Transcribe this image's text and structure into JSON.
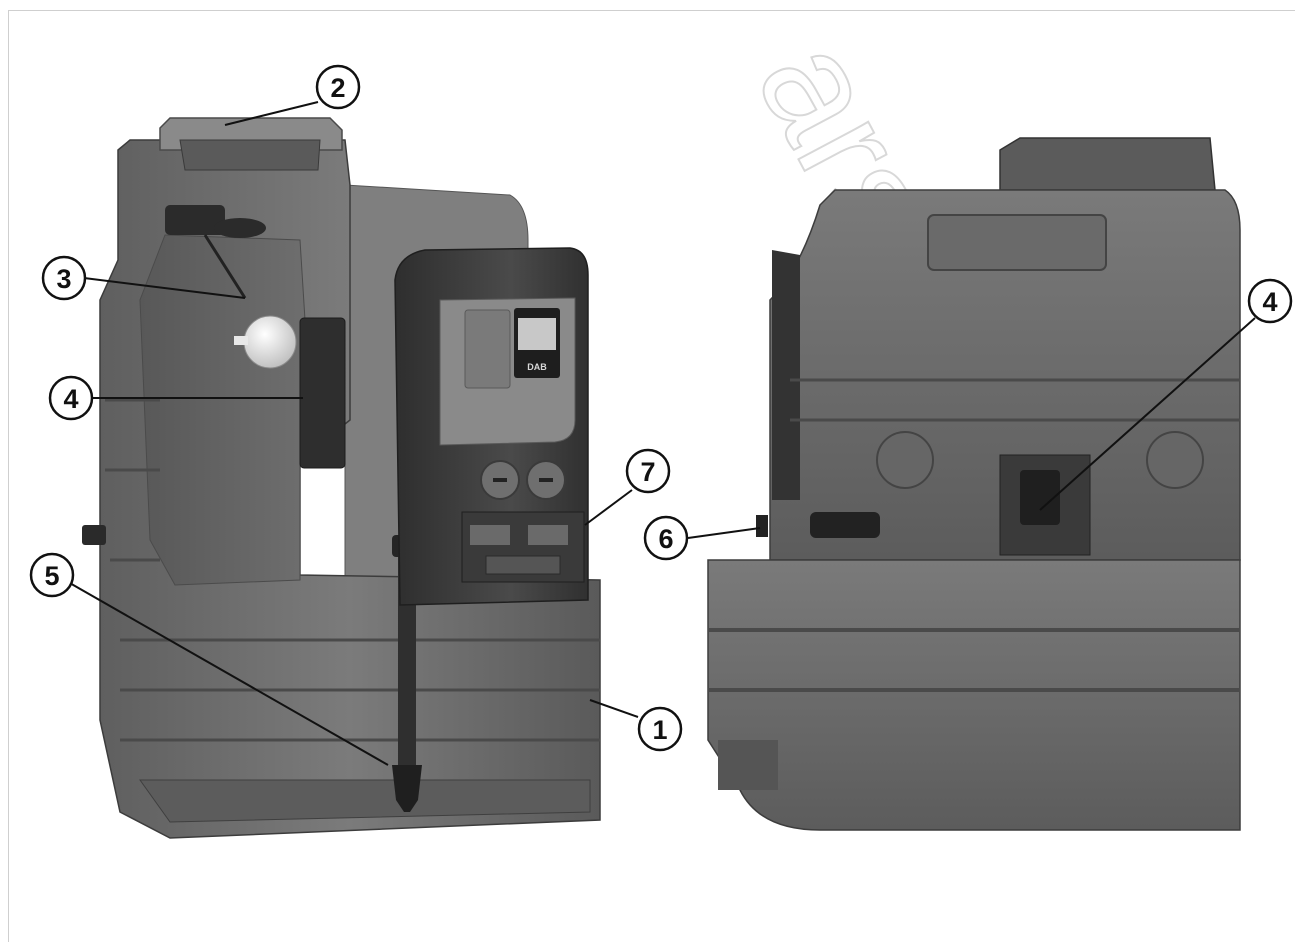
{
  "callouts": [
    {
      "label": "1"
    },
    {
      "label": "2"
    },
    {
      "label": "3"
    },
    {
      "label": "4"
    },
    {
      "label": "5"
    },
    {
      "label": "7"
    },
    {
      "label": "6"
    },
    {
      "label": "4"
    }
  ],
  "pump_display": {
    "brand": "DAB"
  },
  "watermark": {
    "text": "ars.ca"
  },
  "colors": {
    "tank_body": "#6e6e6e",
    "tank_dark": "#4a4a4a",
    "tank_light": "#8c8c8c",
    "pump_body": "#3a3a3a",
    "line": "#111111"
  }
}
